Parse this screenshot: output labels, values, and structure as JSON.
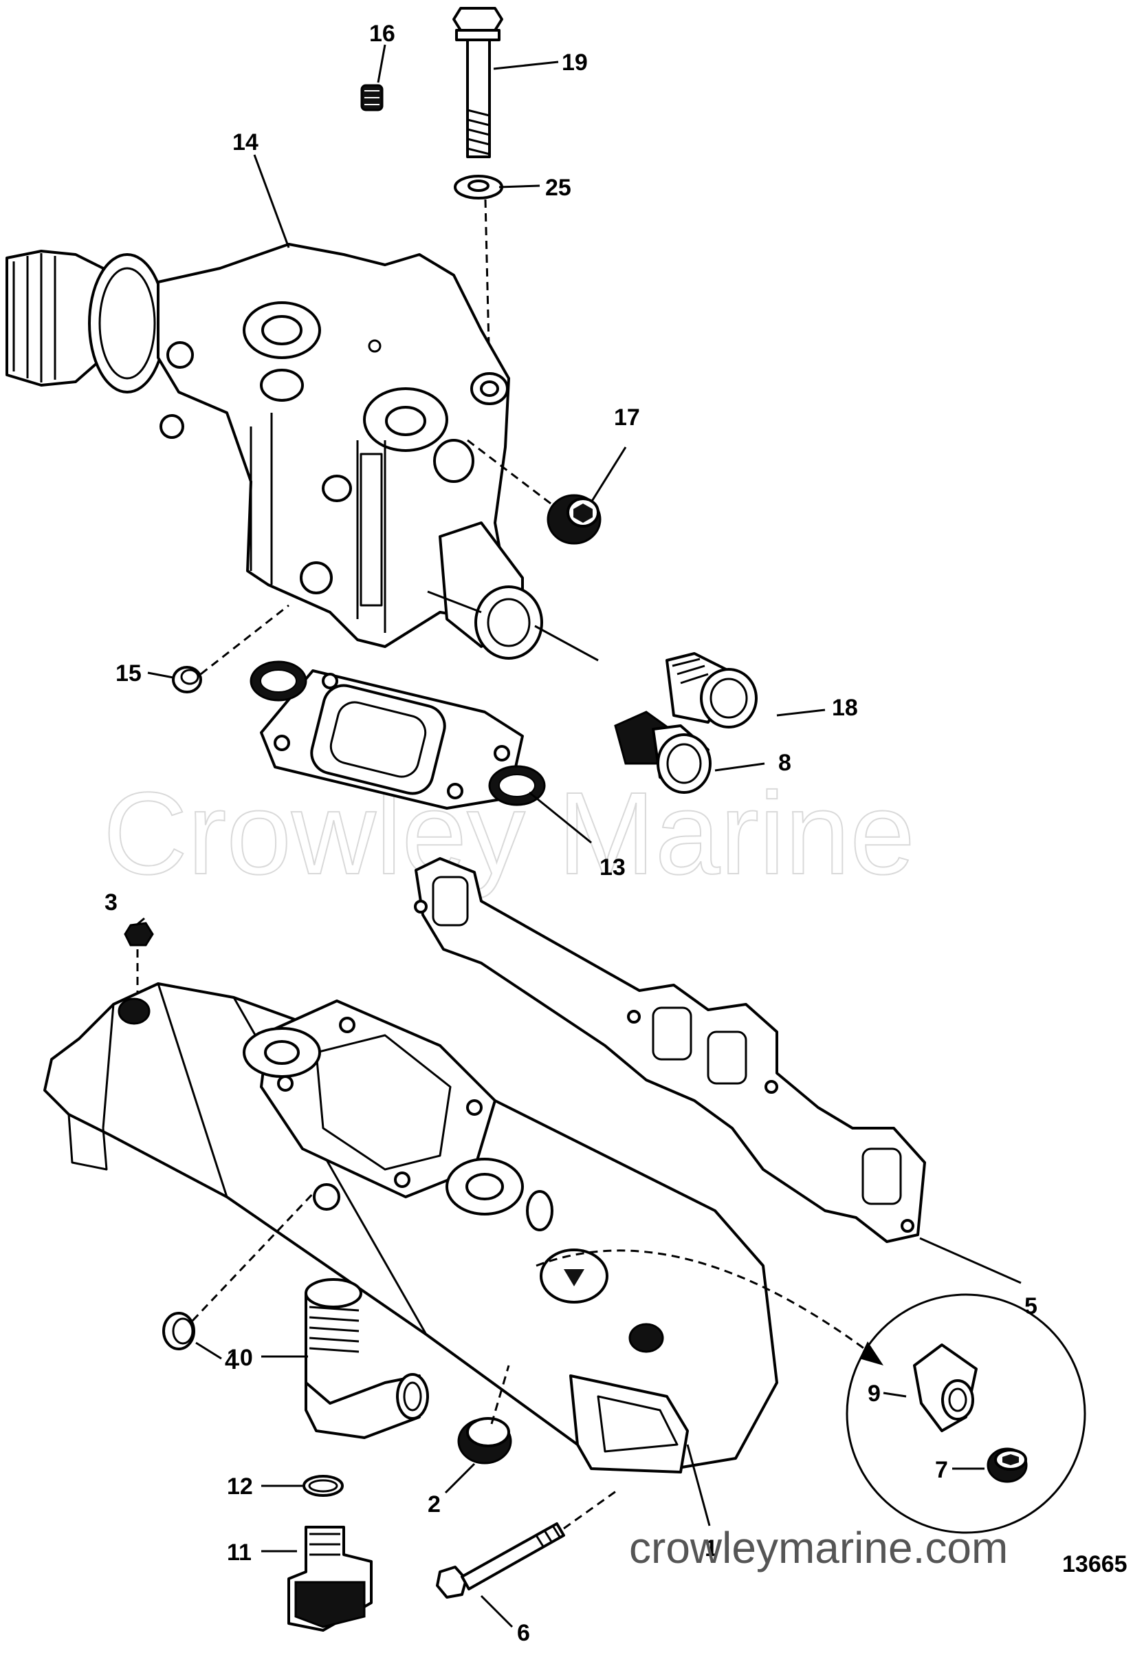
{
  "watermark": "Crowley Marine",
  "website": "crowleymarine.com",
  "figure_number": "13665",
  "callouts": {
    "c1": "1",
    "c2": "2",
    "c3": "3",
    "c4": "4",
    "c5": "5",
    "c6": "6",
    "c7": "7",
    "c8": "8",
    "c9": "9",
    "c10": "10",
    "c11": "11",
    "c12": "12",
    "c13": "13",
    "c14": "14",
    "c15": "15",
    "c16": "16",
    "c17": "17",
    "c18": "18",
    "c19": "19",
    "c25": "25"
  }
}
